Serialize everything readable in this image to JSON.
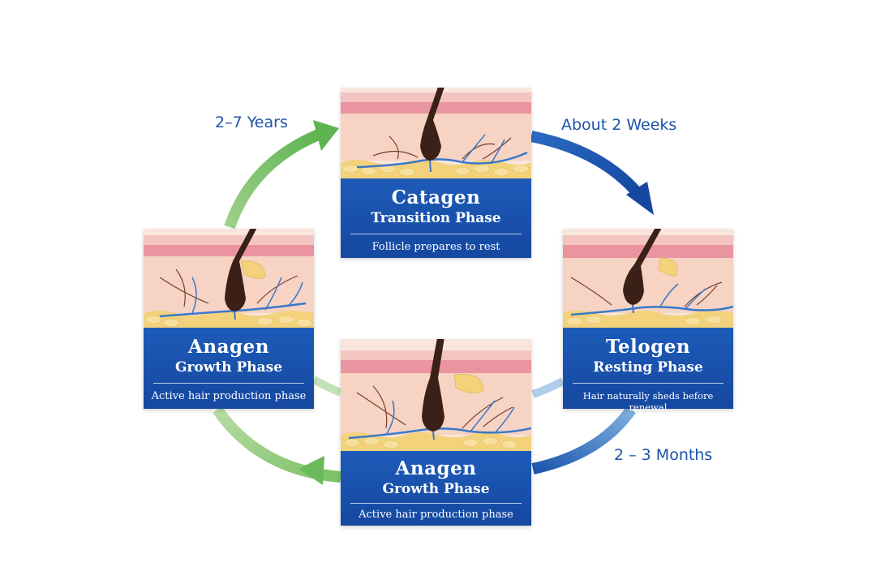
{
  "phases": {
    "catagen": {
      "title": "Catagen",
      "subtitle": "Transition Phase",
      "description": "Follicle prepares to rest"
    },
    "anagen_left": {
      "title": "Anagen",
      "subtitle": "Growth Phase",
      "description": "Active hair production phase"
    },
    "telogen": {
      "title": "Telogen",
      "subtitle": "Resting Phase",
      "description": "Hair naturally sheds before renewal"
    },
    "anagen_bottom": {
      "title": "Anagen",
      "subtitle": "Growth Phase",
      "description": "Active hair production phase"
    }
  },
  "durations": {
    "anagen_to_catagen": "2–7 Years",
    "catagen_to_telogen": "About 2 Weeks",
    "telogen_to_anagen": "2 – 3 Months"
  },
  "colors": {
    "label_blue": "#1a52ae",
    "arrow_blue": "#1f5fb8",
    "arrow_green": "#6bbd5b",
    "text_blue": "#1b54a8",
    "hair": "#3a2016",
    "epidermis": "#e99aa4",
    "dermis": "#f6d3c3",
    "fat": "#f4d27c",
    "vein": "#3a78c9"
  },
  "icons": {
    "cycle_arrow": "curved-arrow",
    "illustration": "hair-follicle-skin-cross-section"
  }
}
